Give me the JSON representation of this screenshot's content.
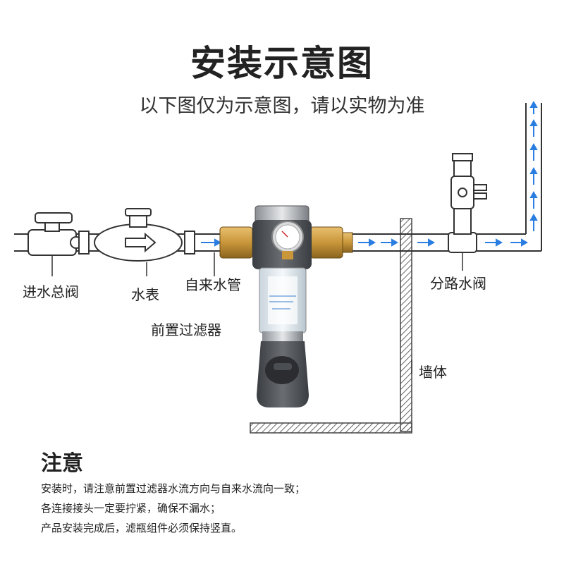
{
  "header": {
    "title": "安装示意图",
    "subtitle": "以下图仅为示意图，请以实物为准"
  },
  "labels": {
    "main_valve": "进水总阀",
    "water_meter": "水表",
    "tap_pipe": "自来水管",
    "pre_filter": "前置过滤器",
    "branch_valve": "分路水阀",
    "wall": "墙体"
  },
  "notes": {
    "title": "注意",
    "lines": [
      "安装时，请注意前置过滤器水流方向与自来水流向一致；",
      "各连接接头一定要拧紧，确保不漏水；",
      "产品安装完成后，滤瓶组件必须保持竖直。"
    ]
  },
  "colors": {
    "pipe_outline": "#333333",
    "flow_arrow": "#2a7de1",
    "brass": "#c9963a",
    "filter_body": "#4a4d52",
    "wall_hatch": "#555555"
  }
}
